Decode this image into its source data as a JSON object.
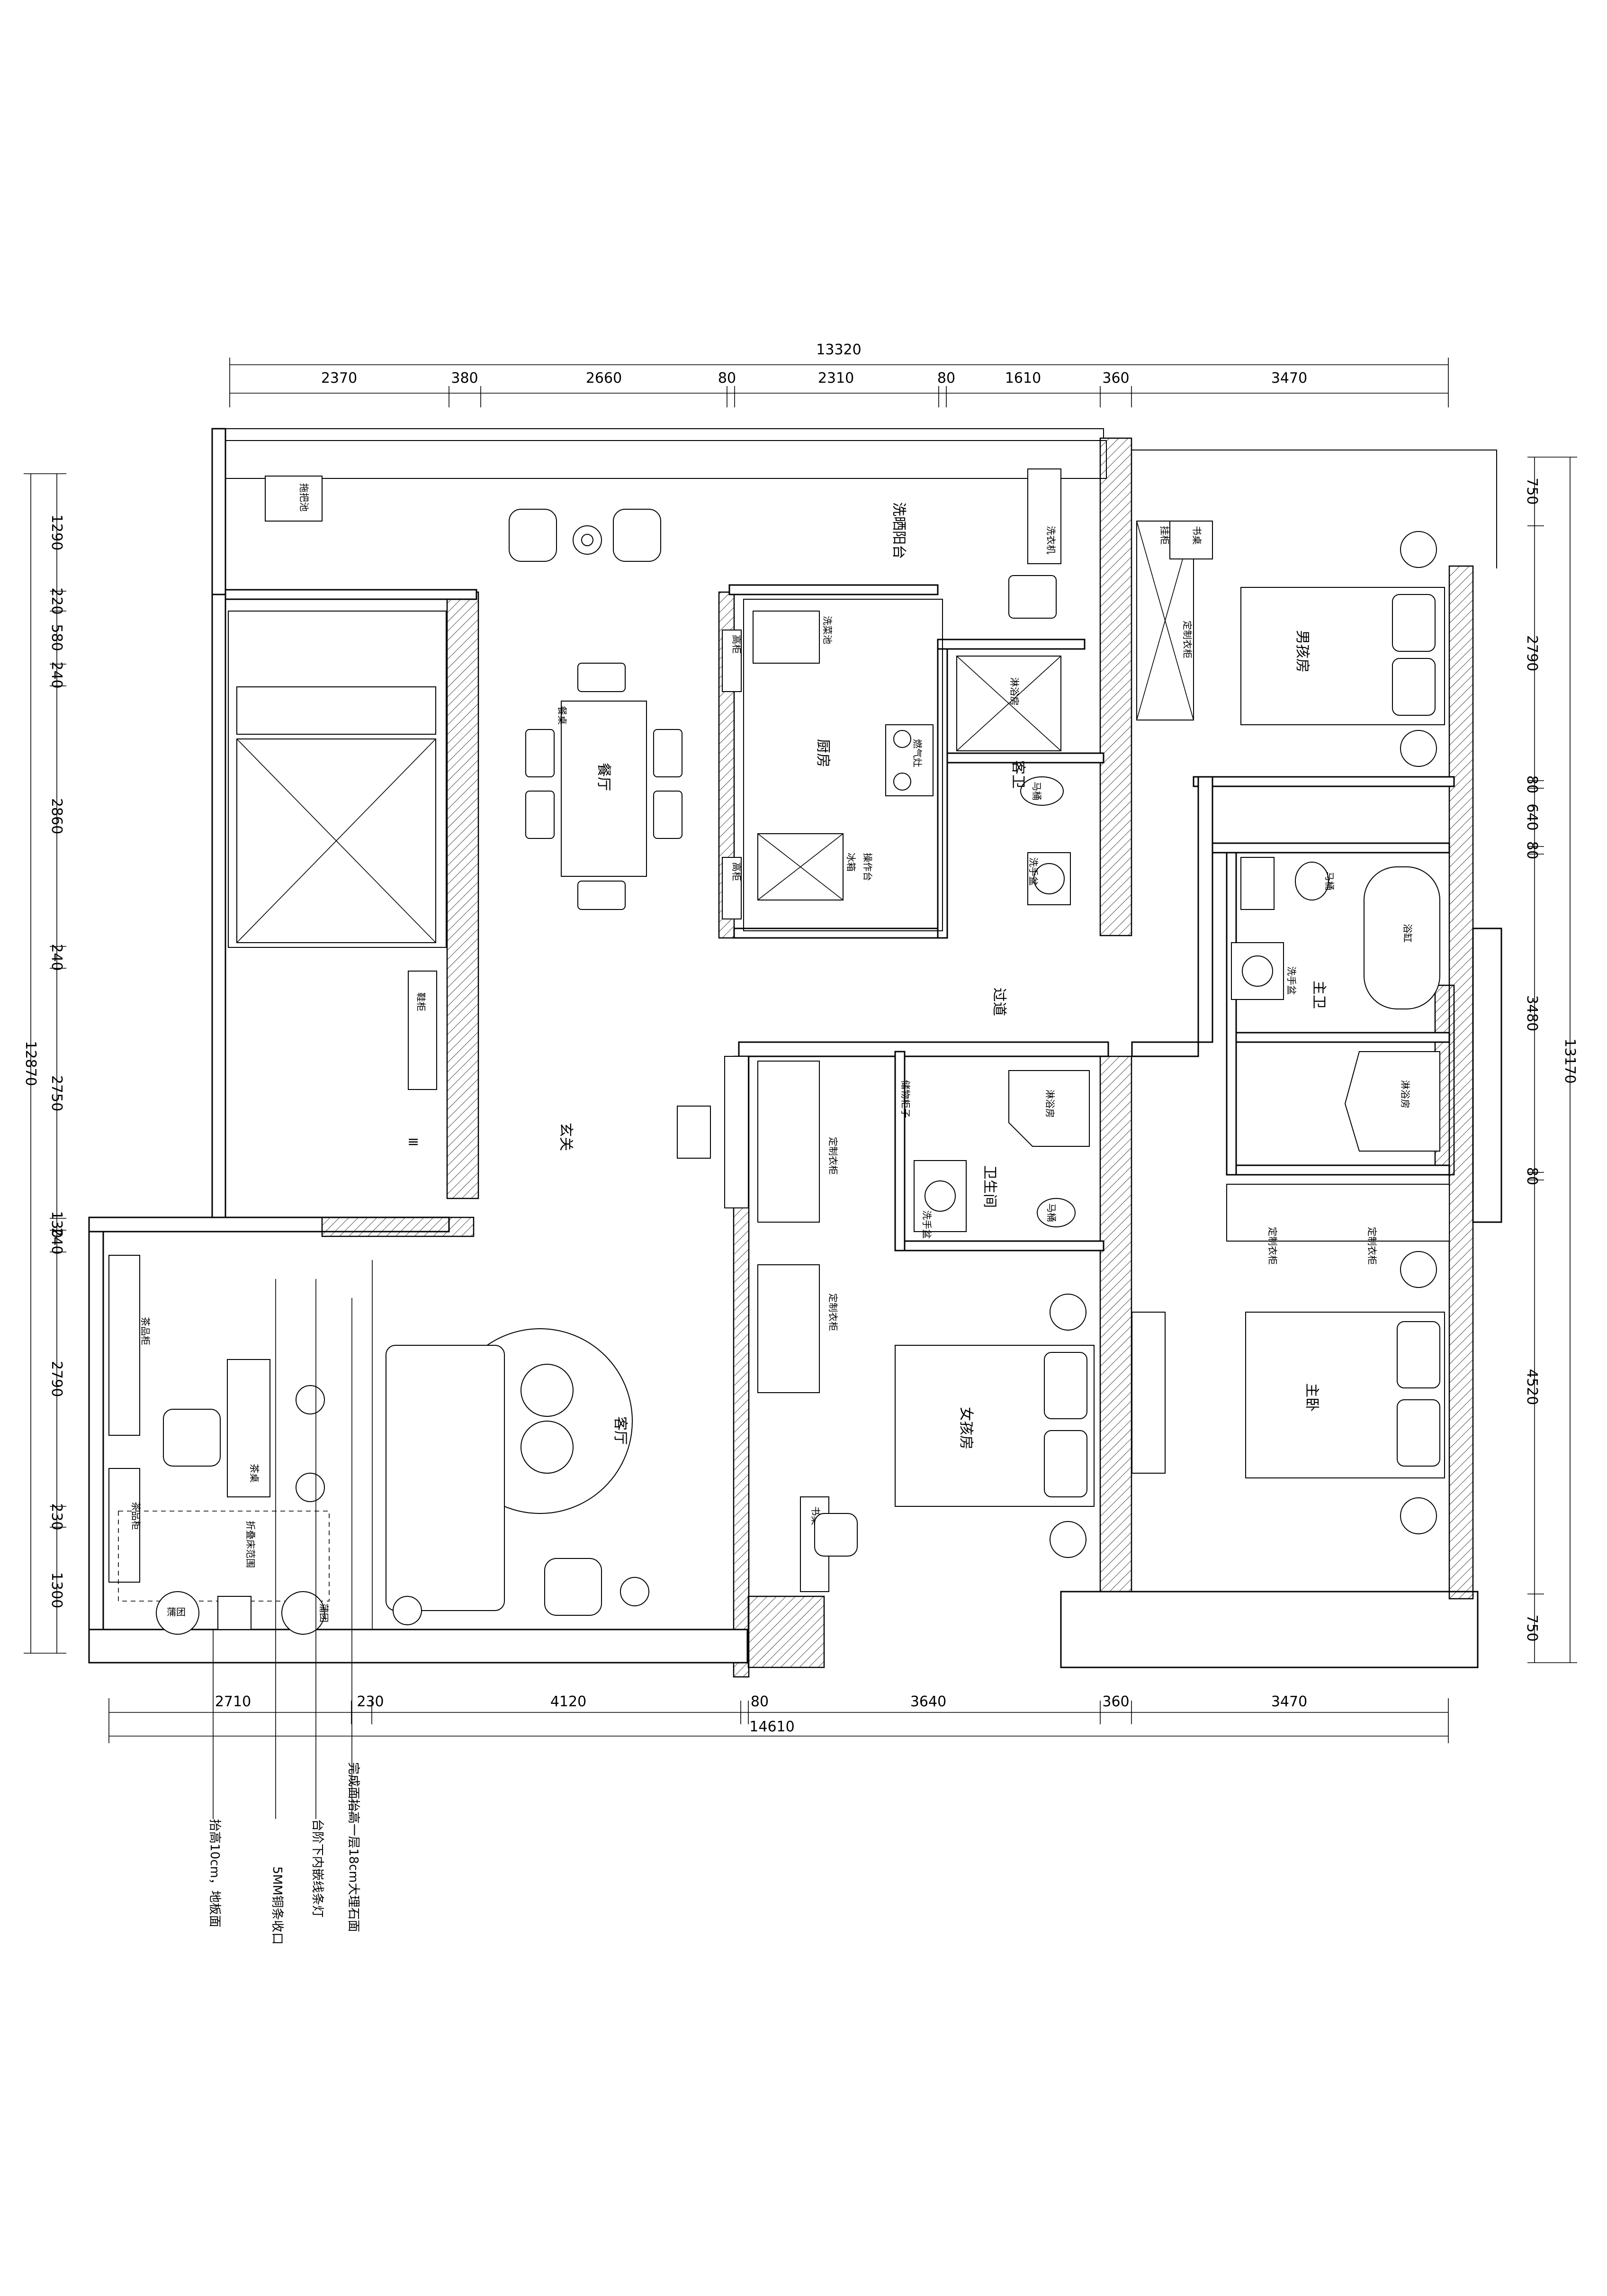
{
  "dimensions": {
    "top_total": "13320",
    "top": [
      "2370",
      "380",
      "2660",
      "80",
      "2310",
      "80",
      "1610",
      "360",
      "3470"
    ],
    "bottom": [
      "2710",
      "230",
      "4120",
      "80",
      "3640",
      "360",
      "3470"
    ],
    "bottom_total": "14610",
    "left_total": "12870",
    "left": [
      "1290",
      "220",
      "580",
      "240",
      "2860",
      "240",
      "2750",
      "130",
      "240",
      "2790",
      "230",
      "1300"
    ],
    "right_total": "13170",
    "right": [
      "750",
      "2790",
      "80",
      "640",
      "80",
      "3480",
      "80",
      "4520",
      "750"
    ]
  },
  "rooms": {
    "balcony": "洗晒阳台",
    "dining": "餐厅",
    "kitchen": "厨房",
    "guest_bath": "客卫",
    "corridor": "过道",
    "master_bath": "主卫",
    "foyer": "玄关",
    "bathroom": "卫生间",
    "living": "客厅",
    "girl_room": "女孩房",
    "boy_room": "男孩房",
    "master_bedroom": "主卧"
  },
  "labels": {
    "mop_pool": "拖把池",
    "wash_machine": "洗衣机",
    "sink": "洗菜池",
    "stove": "燃气灶",
    "fridge": "冰箱",
    "counter": "操作台",
    "tall_cabinet": "高柜",
    "tall_cabinet_2": "高柜",
    "shower": "淋浴房",
    "shower_2": "淋浴房",
    "shower_3": "淋浴房",
    "toilet": "马桶",
    "toilet_2": "马桶",
    "toilet_3": "马桶",
    "basin": "洗手盆",
    "basin_2": "洗手盆",
    "basin_3": "洗手盆",
    "bathtub": "浴缸",
    "shoe_cabinet": "鞋柜",
    "dining_side": "餐桌",
    "desk": "书桌",
    "desk_2": "书桌",
    "wardrobe_boy": "定制衣柜",
    "wardrobe_girl_1": "定制衣柜",
    "wardrobe_girl_2": "定制衣柜",
    "wardrobe_master_1": "定制衣柜",
    "wardrobe_master_2": "定制衣柜",
    "tea_cabinet_1": "茶品柜",
    "tea_cabinet_2": "茶品柜",
    "tea_table": "茶桌",
    "folding_bed": "折叠床范围",
    "cushion_1": "蒲团",
    "cushion_2": "蒲团",
    "storage_cabinet": "储物柜子",
    "bookcase": "挂柜"
  },
  "notes": [
    "抬高10cm，地板面",
    "5MM铜条收口",
    "台阶下内嵌线条灯",
    "完成面抬高一层18cm大理石面"
  ]
}
